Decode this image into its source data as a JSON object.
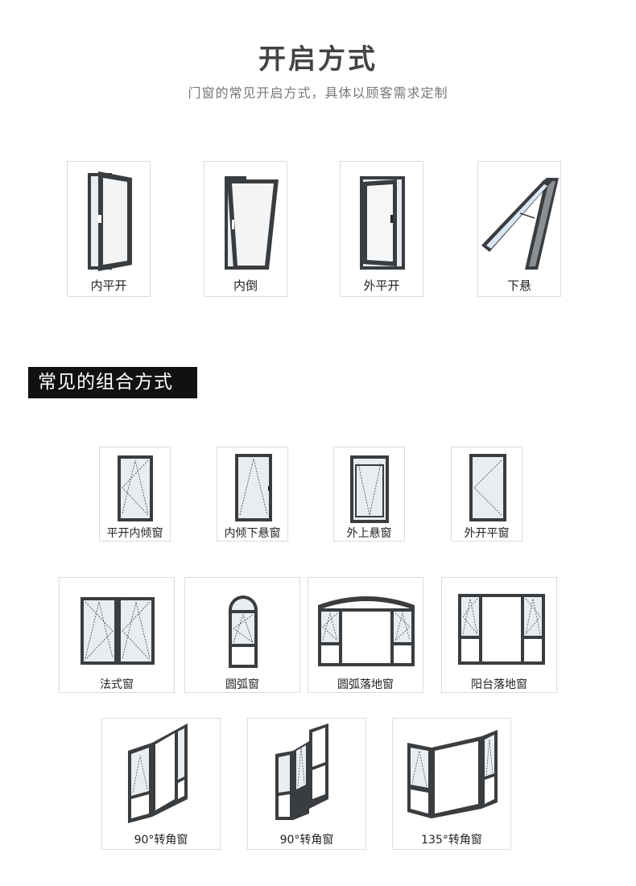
{
  "header": {
    "title": "开启方式",
    "subtitle": "门窗的常见开启方式，具体以顾客需求定制"
  },
  "opening_methods": [
    {
      "label": "内平开",
      "icon": "inward-casement-window-icon"
    },
    {
      "label": "内倒",
      "icon": "tilt-in-window-icon"
    },
    {
      "label": "外平开",
      "icon": "outward-casement-window-icon"
    },
    {
      "label": "下悬",
      "icon": "bottom-hung-window-icon"
    }
  ],
  "section": {
    "title": "常见的组合方式"
  },
  "combos_row1": [
    {
      "label": "平开内倾窗",
      "icon": "tilt-turn-window-icon"
    },
    {
      "label": "内倾下悬窗",
      "icon": "tilt-hopper-window-icon"
    },
    {
      "label": "外上悬窗",
      "icon": "top-hung-window-icon"
    },
    {
      "label": "外开平窗",
      "icon": "side-hung-window-icon"
    }
  ],
  "combos_row2": [
    {
      "label": "法式窗",
      "icon": "french-window-icon"
    },
    {
      "label": "圆弧窗",
      "icon": "arched-window-icon"
    },
    {
      "label": "圆弧落地窗",
      "icon": "arched-floor-window-icon"
    },
    {
      "label": "阳台落地窗",
      "icon": "balcony-floor-window-icon"
    }
  ],
  "combos_row3": [
    {
      "label": "90°转角窗",
      "icon": "corner-window-90-icon"
    },
    {
      "label": "90°转角窗",
      "icon": "corner-window-90-b-icon"
    },
    {
      "label": "135°转角窗",
      "icon": "corner-window-135-icon"
    }
  ],
  "colors": {
    "frame": "#3a3d40",
    "glass": "#e9edf0",
    "header_bg": "#111111"
  }
}
